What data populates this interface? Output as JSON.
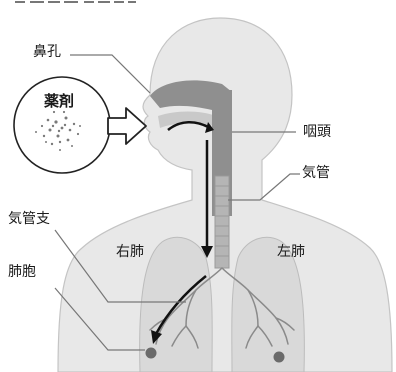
{
  "header": {
    "title_fragment": "…"
  },
  "labels": {
    "nostril": "鼻孔",
    "drug": "薬剤",
    "pharynx": "咽頭",
    "trachea": "気管",
    "bronchus": "気管支",
    "right_lung": "右肺",
    "left_lung": "左肺",
    "alveolus": "肺胞"
  },
  "colors": {
    "body": "#e6e6e6",
    "outline": "#bdbdbd",
    "airway": "#8f8f8f",
    "lung": "#d6d6d6",
    "branch": "#8a8a8a",
    "arrow": "#111111",
    "leader": "#777777"
  },
  "icons": {
    "drug_particles": "dotted-cloud",
    "inhale_arrow": "hollow-arrow-right"
  }
}
